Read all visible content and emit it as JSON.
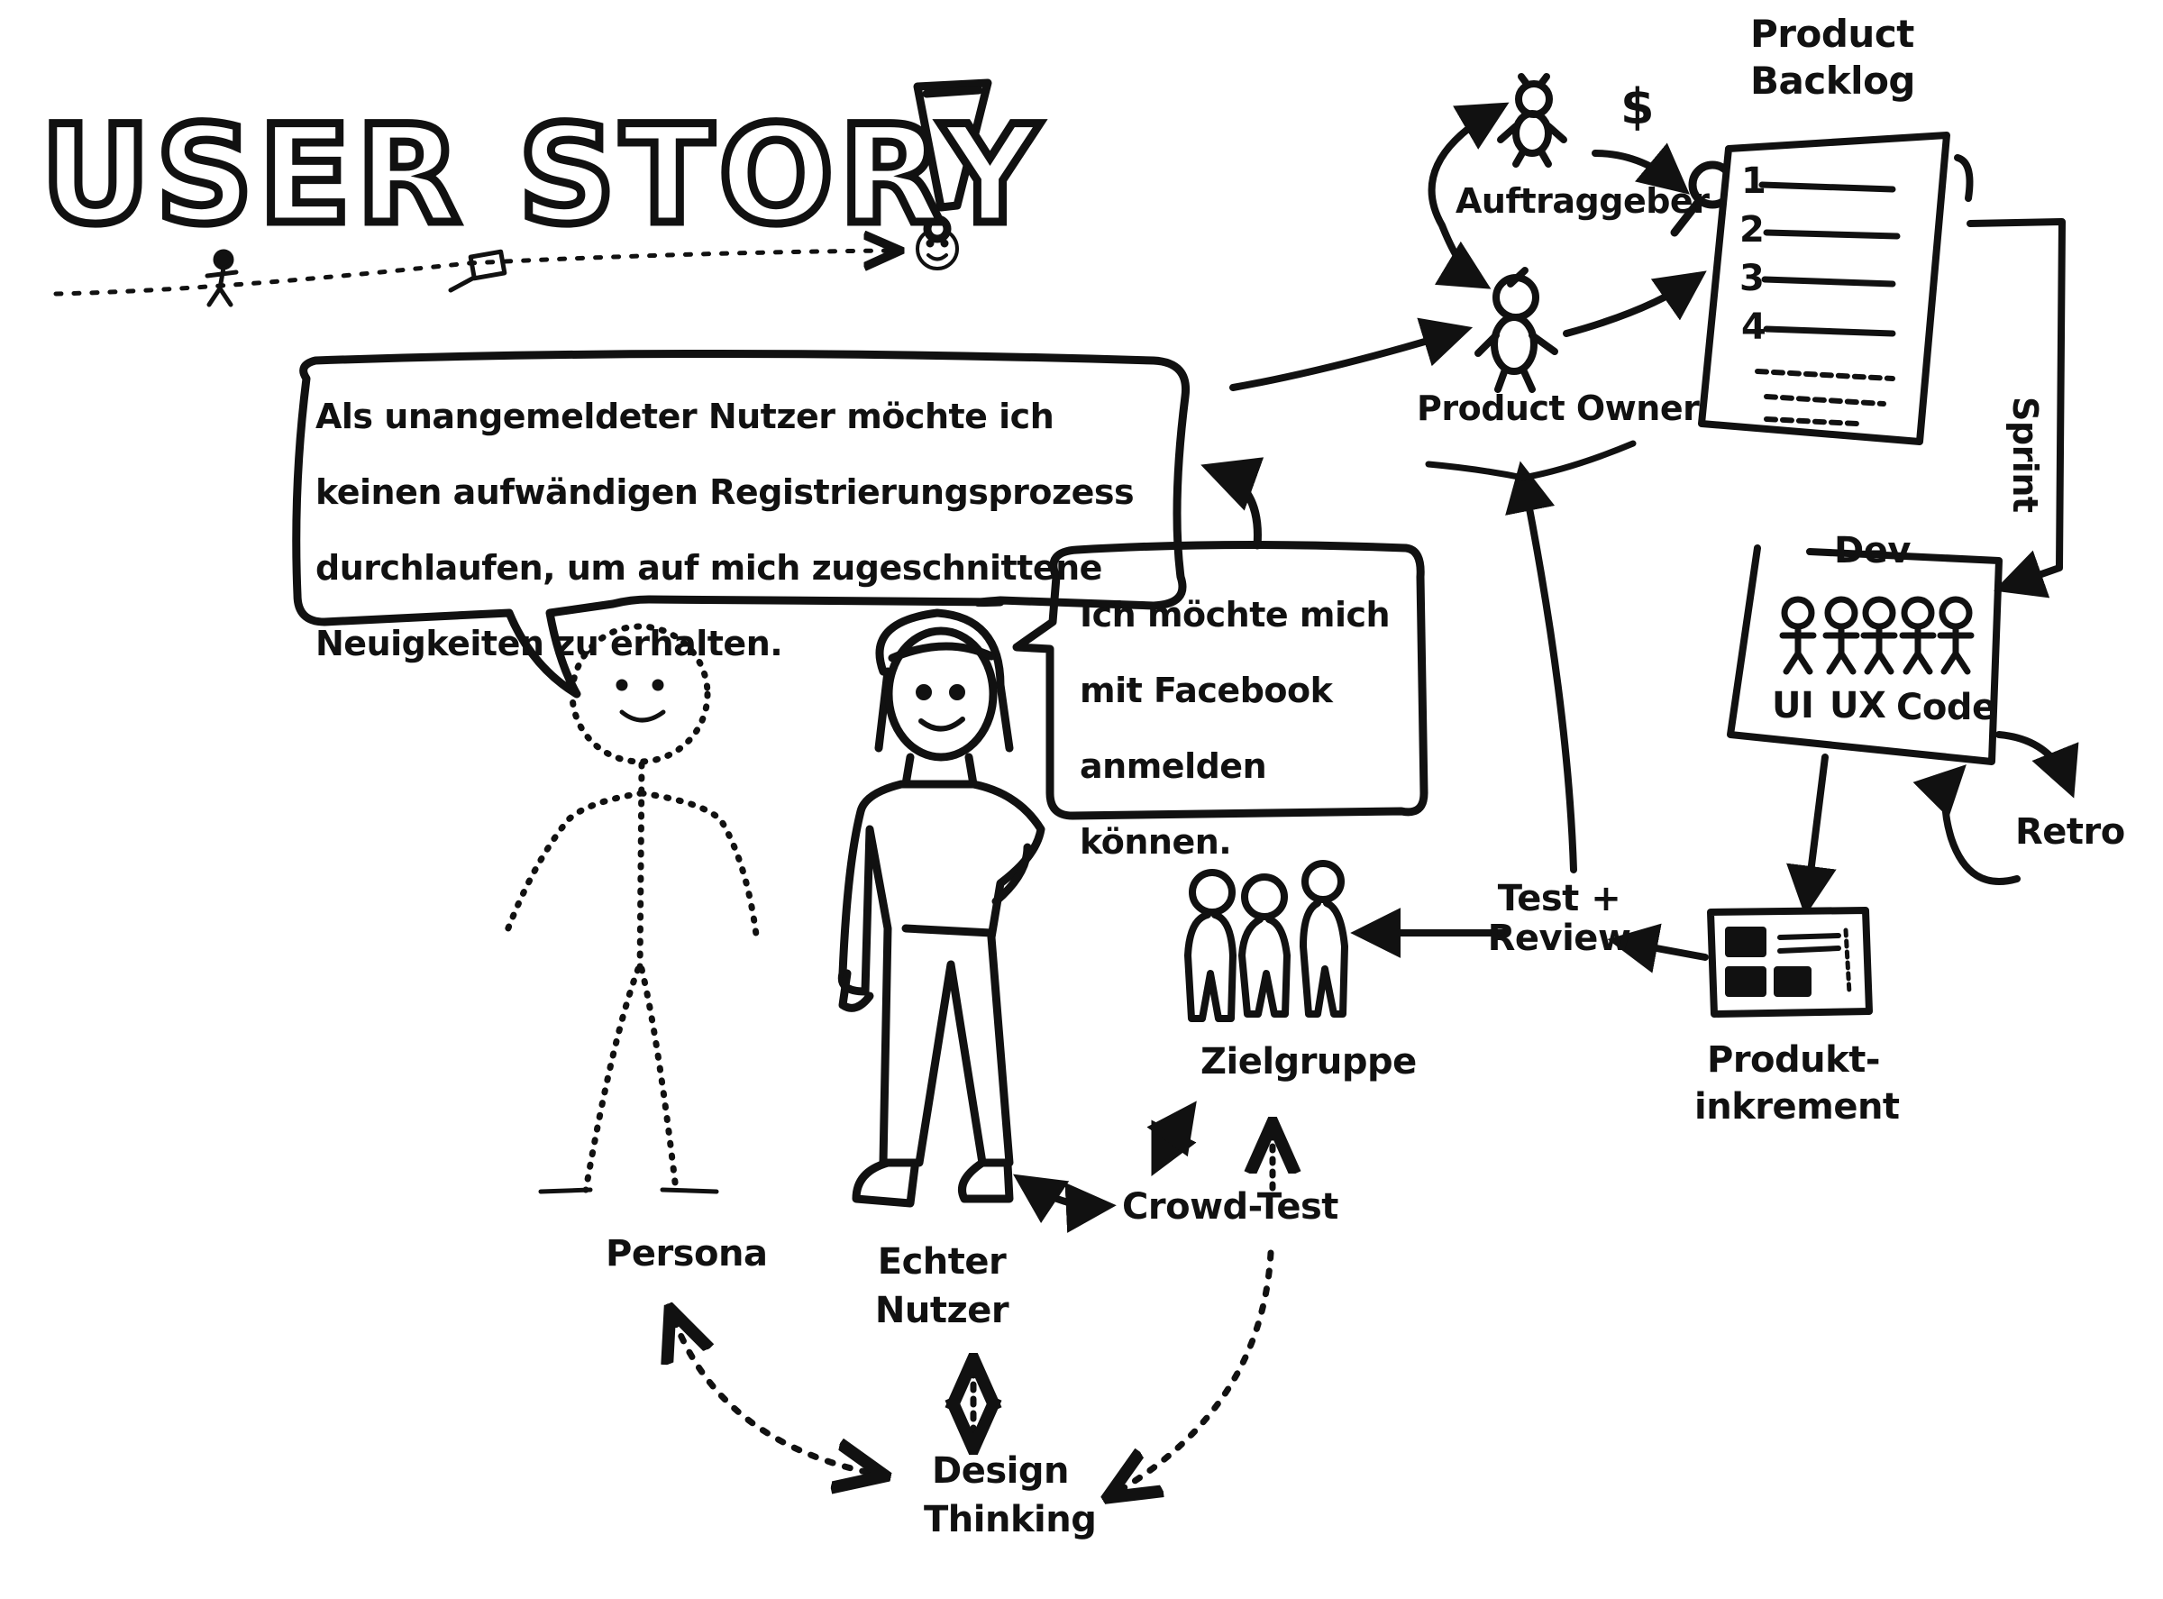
{
  "title": "USER STORY",
  "bubbles": {
    "main": "Als unangemeldeter Nutzer möchte ich keinen aufwändigen Registrierungsprozess durchlaufen, um auf mich zugeschnittene Neuigkeiten zu erhalten.",
    "user": "Ich möchte mich mit Facebook anmelden können."
  },
  "labels": {
    "product_backlog": "Product Backlog",
    "auftraggeber": "Auftraggeber",
    "dollar": "$",
    "product_owner": "Product Owner",
    "sprint": "Sprint",
    "dev": "Dev",
    "ui": "UI",
    "ux": "UX",
    "code": "Code",
    "retro": "Retro",
    "test_review": "Test + Review",
    "produkt_inkrement": "Produkt- inkrement",
    "zielgruppe": "Zielgruppe",
    "crowd_test": "Crowd-Test",
    "persona": "Persona",
    "echter_nutzer": "Echter Nutzer",
    "design_thinking": "Design Thinking"
  },
  "backlog_items": [
    "1",
    "2",
    "3",
    "4"
  ]
}
